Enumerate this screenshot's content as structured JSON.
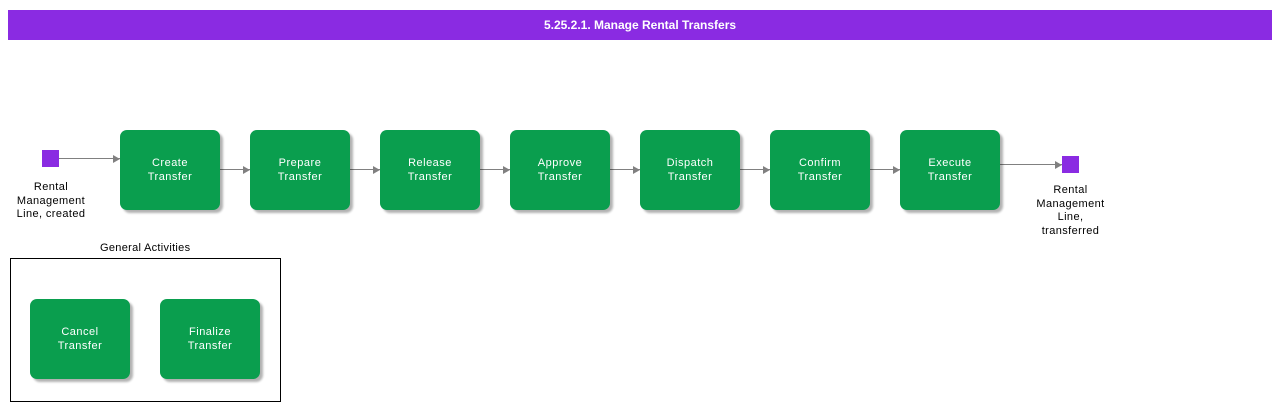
{
  "title": "5.25.2.1. Manage Rental Transfers",
  "flow": {
    "start_event": {
      "label": "Rental\nManagement\nLine, created"
    },
    "steps": [
      {
        "label": "Create\nTransfer"
      },
      {
        "label": "Prepare\nTransfer"
      },
      {
        "label": "Release\nTransfer"
      },
      {
        "label": "Approve\nTransfer"
      },
      {
        "label": "Dispatch\nTransfer"
      },
      {
        "label": "Confirm\nTransfer"
      },
      {
        "label": "Execute\nTransfer"
      }
    ],
    "end_event": {
      "label": "Rental\nManagement\nLine,\ntransferred"
    }
  },
  "general_activities": {
    "label": "General Activities",
    "items": [
      {
        "label": "Cancel\nTransfer"
      },
      {
        "label": "Finalize\nTransfer"
      }
    ]
  },
  "colors": {
    "title_bg": "#8a2be2",
    "activity_green": "#0a9e4e",
    "event_purple": "#8a2be2",
    "arrow": "#808080"
  }
}
